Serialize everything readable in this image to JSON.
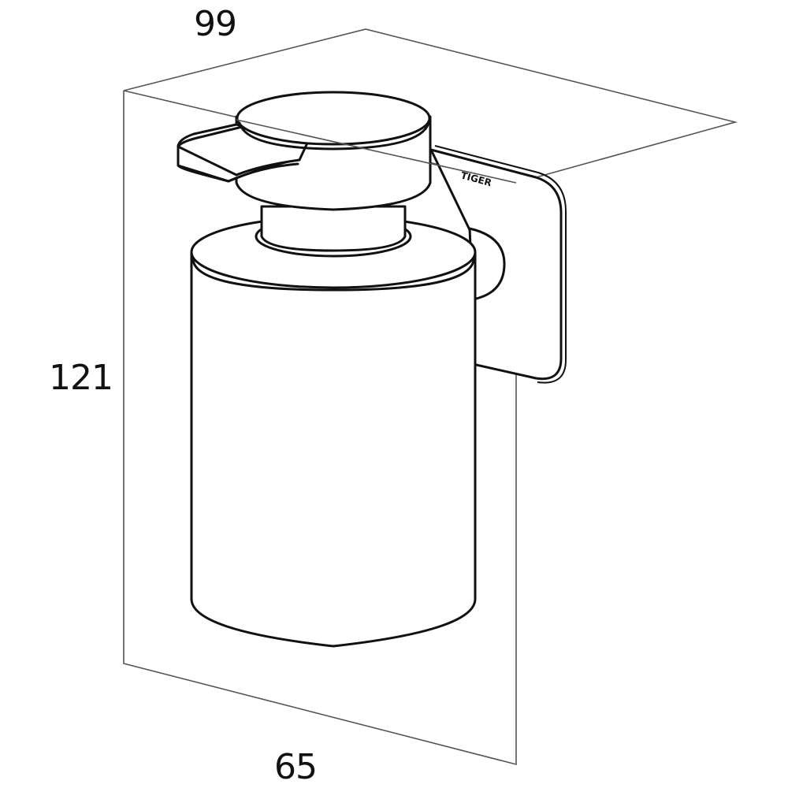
{
  "diagram": {
    "subject": "Wall-mounted soap dispenser, isometric line drawing with bounding box dimensions",
    "dimensions": {
      "width": "99",
      "height": "121",
      "depth": "65"
    },
    "brand_label": "TIGER",
    "colors": {
      "line": "#111111",
      "box_line": "#555555",
      "background": "#ffffff"
    }
  }
}
